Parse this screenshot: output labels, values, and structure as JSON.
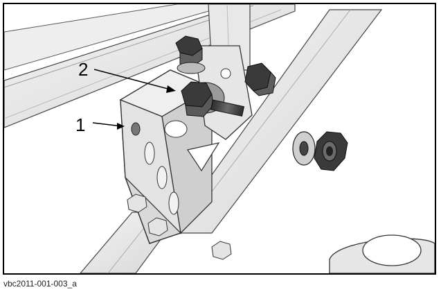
{
  "figure": {
    "caption": "vbc2011-001-003_a",
    "callouts": [
      {
        "label": "1"
      },
      {
        "label": "2"
      }
    ]
  },
  "colors": {
    "border": "#000000",
    "metal_light": "#ececec",
    "metal_mid": "#d2d2d2",
    "metal_shade": "#b5b5b5",
    "fastener_dark": "#3a3a3a",
    "fastener_mid": "#5e5e5e"
  }
}
